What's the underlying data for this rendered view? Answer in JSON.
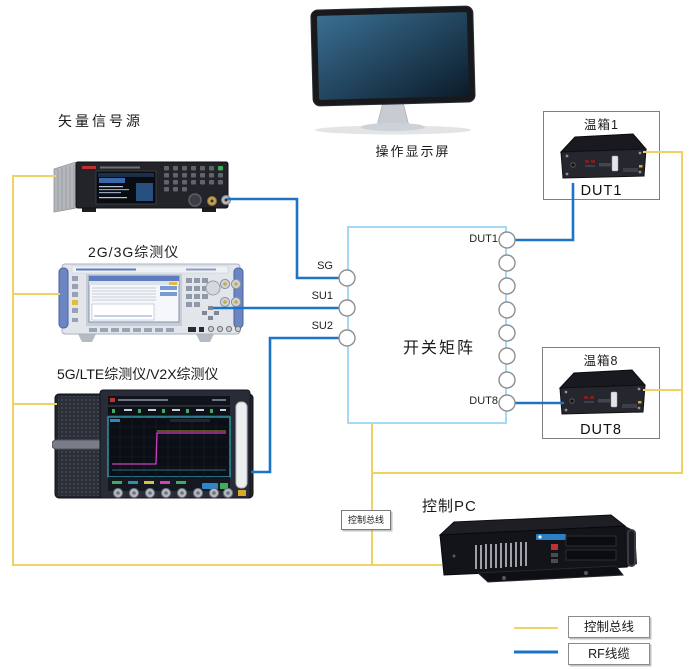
{
  "colors": {
    "control_bus": "#F0D264",
    "rf_cable": "#1B74C8",
    "matrix_border": "#A6D9F5"
  },
  "labels": {
    "monitor": "操作显示屏",
    "signal_source": "矢量信号源",
    "tester_2g3g": "2G/3G综测仪",
    "tester_5g": "5G/LTE综测仪/V2X综测仪",
    "switch_matrix": "开关矩阵",
    "control_pc": "控制PC",
    "control_bus_tag": "控制总线"
  },
  "chambers": [
    {
      "title": "温箱1",
      "dut": "DUT1"
    },
    {
      "title": "温箱8",
      "dut": "DUT8"
    }
  ],
  "matrix_ports": {
    "left": [
      "SG",
      "SU1",
      "SU2"
    ],
    "right_first": "DUT1",
    "right_last": "DUT8",
    "right_count": 8
  },
  "legend": [
    {
      "label": "控制总线"
    },
    {
      "label": "RF线缆"
    }
  ]
}
